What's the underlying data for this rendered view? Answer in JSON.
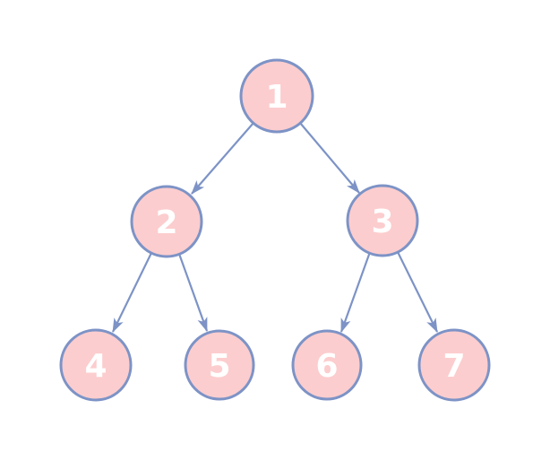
{
  "diagram": {
    "type": "binary-tree",
    "background_color": "#ffffff",
    "node_fill_color": "#FCCDCE",
    "node_border_color": "#7D93C6",
    "arrow_color": "#7D93C6",
    "label_color": "#FFFFFF",
    "nodes": [
      {
        "id": "n1",
        "label": "1",
        "level": 0
      },
      {
        "id": "n2",
        "label": "2",
        "level": 1
      },
      {
        "id": "n3",
        "label": "3",
        "level": 1
      },
      {
        "id": "n4",
        "label": "4",
        "level": 2
      },
      {
        "id": "n5",
        "label": "5",
        "level": 2
      },
      {
        "id": "n6",
        "label": "6",
        "level": 2
      },
      {
        "id": "n7",
        "label": "7",
        "level": 2
      }
    ],
    "edges": [
      {
        "from": "1",
        "to": "2"
      },
      {
        "from": "1",
        "to": "3"
      },
      {
        "from": "2",
        "to": "4"
      },
      {
        "from": "2",
        "to": "5"
      },
      {
        "from": "3",
        "to": "6"
      },
      {
        "from": "3",
        "to": "7"
      }
    ]
  }
}
